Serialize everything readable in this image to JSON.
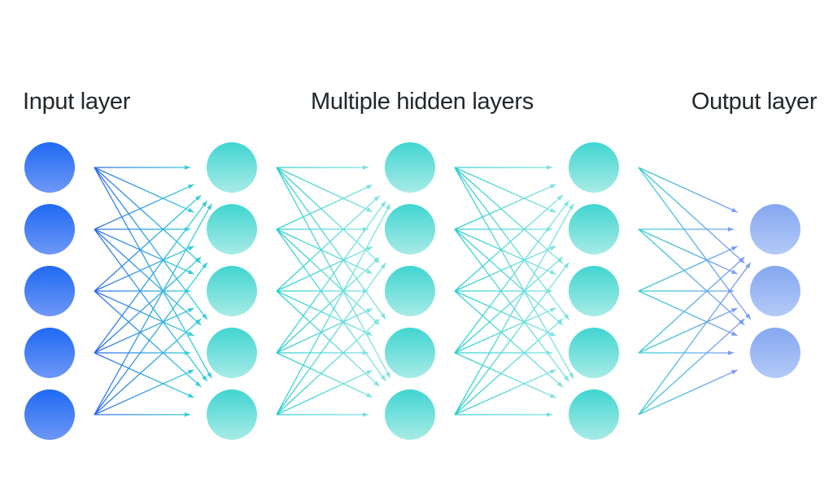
{
  "diagram": {
    "type": "feedforward-neural-network",
    "background_color": "#ffffff",
    "label_color": "#21272a",
    "labels": {
      "input": "Input layer",
      "hidden": "Multiple hidden layers",
      "output": "Output layer"
    },
    "layers": [
      {
        "name": "input-layer",
        "role": "input",
        "node_count": 5,
        "node_color_top": "#1f6af3",
        "node_color_bottom": "#6e97f6"
      },
      {
        "name": "hidden-layer-1",
        "role": "hidden",
        "node_count": 5,
        "node_color_top": "#41d5d1",
        "node_color_bottom": "#a8ebe6"
      },
      {
        "name": "hidden-layer-2",
        "role": "hidden",
        "node_count": 5,
        "node_color_top": "#41d5d1",
        "node_color_bottom": "#a8ebe6"
      },
      {
        "name": "hidden-layer-3",
        "role": "hidden",
        "node_count": 5,
        "node_color_top": "#41d5d1",
        "node_color_bottom": "#a8ebe6"
      },
      {
        "name": "output-layer",
        "role": "output",
        "node_count": 3,
        "node_color_top": "#85a7f1",
        "node_color_bottom": "#b4caf7"
      }
    ],
    "connections": [
      {
        "from": 0,
        "to": 1,
        "style": "full-mesh-arrows",
        "start_color": "#2e6bf0",
        "end_color": "#35ced6"
      },
      {
        "from": 1,
        "to": 2,
        "style": "full-mesh-arrows",
        "start_color": "#2fd0cd",
        "end_color": "#7de2df"
      },
      {
        "from": 2,
        "to": 3,
        "style": "full-mesh-arrows",
        "start_color": "#2fd0cd",
        "end_color": "#7de2df"
      },
      {
        "from": 3,
        "to": 4,
        "style": "full-mesh-arrows",
        "start_color": "#38d0ce",
        "end_color": "#7b9cf3"
      }
    ]
  }
}
